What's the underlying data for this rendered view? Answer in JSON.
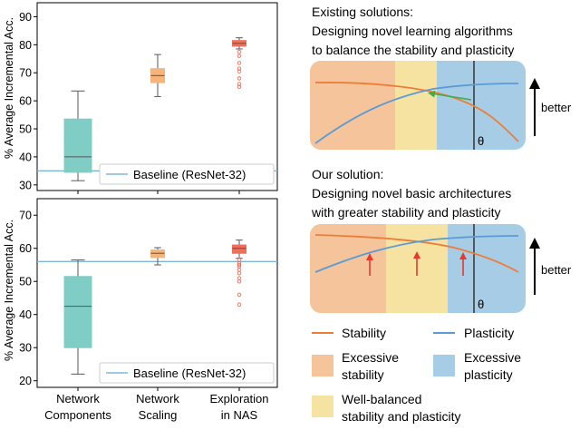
{
  "colors": {
    "network_components": "#7fcdc4",
    "network_scaling": "#f6b47a",
    "exploration_nas": "#ef6f5b",
    "baseline": "#7fb7d8",
    "stability_line": "#ef7d3a",
    "plasticity_line": "#5b9bd5",
    "excessive_stability": "#f5c49a",
    "well_balanced": "#f6e3a2",
    "excessive_plasticity": "#a7cde6",
    "arrow_green": "#3cae49",
    "arrow_red": "#e6392b"
  },
  "chart_data": [
    {
      "type": "box",
      "ylabel": "% Average Incremental Acc.",
      "ylim": [
        28,
        95
      ],
      "yticks": [
        30,
        40,
        50,
        60,
        70,
        80,
        90
      ],
      "ytick_labels": [
        "30",
        "40",
        "50",
        "60",
        "70",
        "80",
        "90"
      ],
      "baseline": {
        "label": "Baseline (ResNet-32)",
        "value": 35
      },
      "boxes": [
        {
          "category": "Network Components",
          "whislo": 31.5,
          "q1": 34.5,
          "med": 40,
          "q3": 53.5,
          "whishi": 63.5,
          "fliers": []
        },
        {
          "category": "Network Scaling",
          "whislo": 61.5,
          "q1": 66.5,
          "med": 69,
          "q3": 71.5,
          "whishi": 76.5,
          "fliers": []
        },
        {
          "category": "Exploration in NAS",
          "whislo": 78.5,
          "q1": 79.5,
          "med": 80.5,
          "q3": 81.5,
          "whishi": 82.5,
          "fliers": [
            77.5,
            76,
            73.5,
            71.5,
            70.5,
            68,
            66,
            65
          ]
        }
      ]
    },
    {
      "type": "box",
      "ylabel": "% Average Incremental Acc.",
      "ylim": [
        18,
        75
      ],
      "yticks": [
        20,
        30,
        40,
        50,
        60,
        70
      ],
      "ytick_labels": [
        "20",
        "30",
        "40",
        "50",
        "60",
        "70"
      ],
      "baseline": {
        "label": "Baseline (ResNet-32)",
        "value": 56
      },
      "boxes": [
        {
          "category": "Network Components",
          "whislo": 22,
          "q1": 30,
          "med": 42.5,
          "q3": 51.5,
          "whishi": 56.5,
          "fliers": []
        },
        {
          "category": "Network Scaling",
          "whislo": 55,
          "q1": 57.2,
          "med": 58.5,
          "q3": 59.5,
          "whishi": 60.2,
          "fliers": []
        },
        {
          "category": "Exploration in NAS",
          "whislo": 57,
          "q1": 58.5,
          "med": 60,
          "q3": 61,
          "whishi": 62.5,
          "fliers": [
            56.5,
            55.5,
            55,
            54.5,
            53.5,
            52.5,
            51,
            50,
            46,
            43
          ]
        }
      ]
    }
  ],
  "x_labels": [
    [
      "Network",
      "Components"
    ],
    [
      "Network",
      "Scaling"
    ],
    [
      "Exploration",
      "in NAS"
    ]
  ],
  "diagram": {
    "existing": {
      "title_lines": [
        "Existing solutions:",
        "Designing novel learning algorithms",
        "to balance the stability and plasticity"
      ],
      "theta": "θ",
      "better": "better"
    },
    "ours": {
      "title_lines": [
        "Our solution:",
        "Designing novel basic architectures",
        "with greater stability and plasticity"
      ],
      "theta": "θ",
      "better": "better"
    }
  },
  "legend": {
    "stability": "Stability",
    "plasticity": "Plasticity",
    "excessive_stability": [
      "Excessive",
      "stability"
    ],
    "excessive_plasticity": [
      "Excessive",
      "plasticity"
    ],
    "well_balanced": [
      "Well-balanced",
      "stability and plasticity"
    ]
  }
}
